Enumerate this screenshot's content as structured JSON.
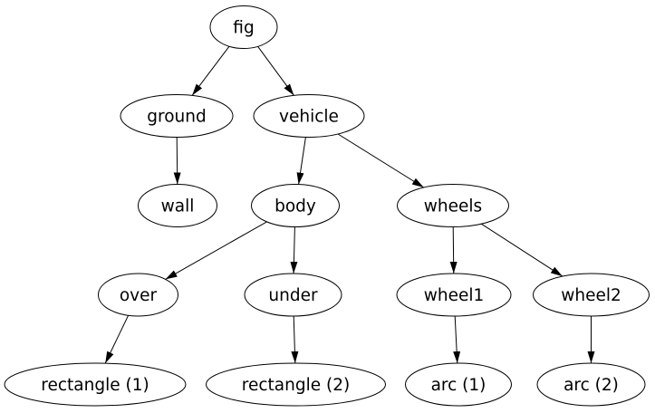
{
  "diagram": {
    "type": "directed-tree",
    "background_color": "#ffffff",
    "node_fill_color": "#ffffff",
    "node_stroke_color": "#000000",
    "edge_color": "#000000",
    "text_color": "#000000",
    "nodes": {
      "fig": {
        "label": "fig"
      },
      "ground": {
        "label": "ground"
      },
      "vehicle": {
        "label": "vehicle"
      },
      "wall": {
        "label": "wall"
      },
      "body": {
        "label": "body"
      },
      "wheels": {
        "label": "wheels"
      },
      "over": {
        "label": "over"
      },
      "under": {
        "label": "under"
      },
      "wheel1": {
        "label": "wheel1"
      },
      "wheel2": {
        "label": "wheel2"
      },
      "rectangle1": {
        "label": "rectangle (1)"
      },
      "rectangle2": {
        "label": "rectangle (2)"
      },
      "arc1": {
        "label": "arc (1)"
      },
      "arc2": {
        "label": "arc (2)"
      }
    },
    "edges": [
      {
        "from": "fig",
        "to": "ground"
      },
      {
        "from": "fig",
        "to": "vehicle"
      },
      {
        "from": "ground",
        "to": "wall"
      },
      {
        "from": "vehicle",
        "to": "body"
      },
      {
        "from": "vehicle",
        "to": "wheels"
      },
      {
        "from": "body",
        "to": "over"
      },
      {
        "from": "body",
        "to": "under"
      },
      {
        "from": "wheels",
        "to": "wheel1"
      },
      {
        "from": "wheels",
        "to": "wheel2"
      },
      {
        "from": "over",
        "to": "rectangle1"
      },
      {
        "from": "under",
        "to": "rectangle2"
      },
      {
        "from": "wheel1",
        "to": "arc1"
      },
      {
        "from": "wheel2",
        "to": "arc2"
      }
    ]
  }
}
